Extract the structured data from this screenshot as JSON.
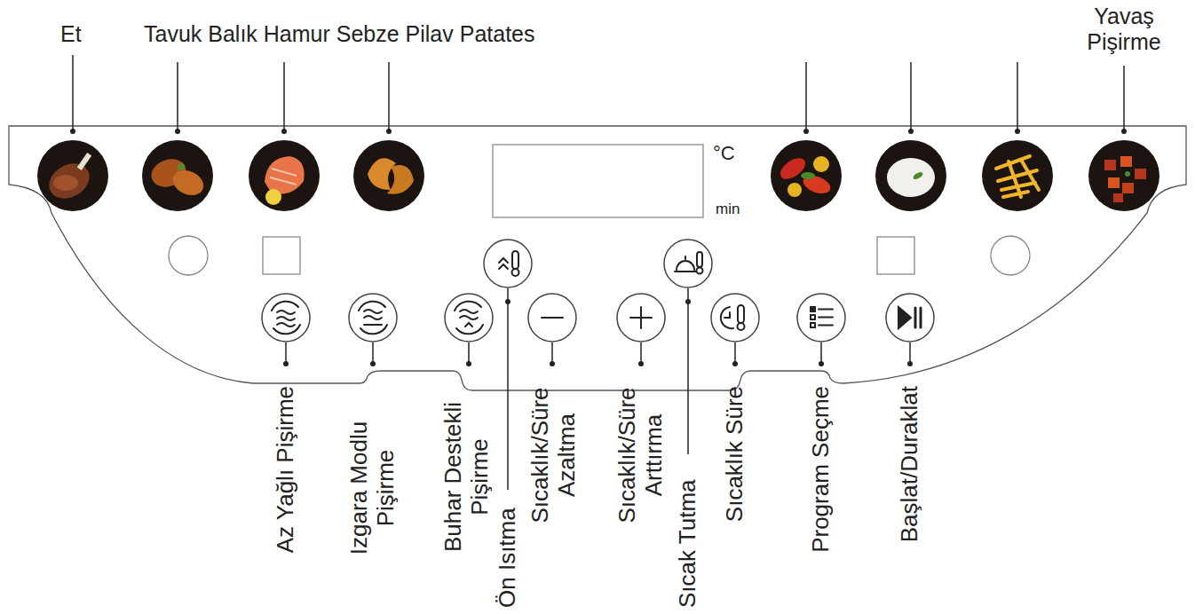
{
  "diagram": {
    "labels": [
      "Et",
      "Tavuk Balık Hamur Sebze Pilav Patates",
      "Yavaş Pişirme",
      "°C",
      "min",
      "Az Yağlı Pişirme",
      "Izgara Modlu Pişirme",
      "Buhar Destekli Pişirme",
      "Ön Isıtma",
      "Sıcaklık/Süre Azaltma",
      "Sıcaklık/Süre Arttırma",
      "Sıcak Tutma",
      "Sıcaklık Süre",
      "Program Seçme",
      "Başlat/Duraklat"
    ]
  }
}
